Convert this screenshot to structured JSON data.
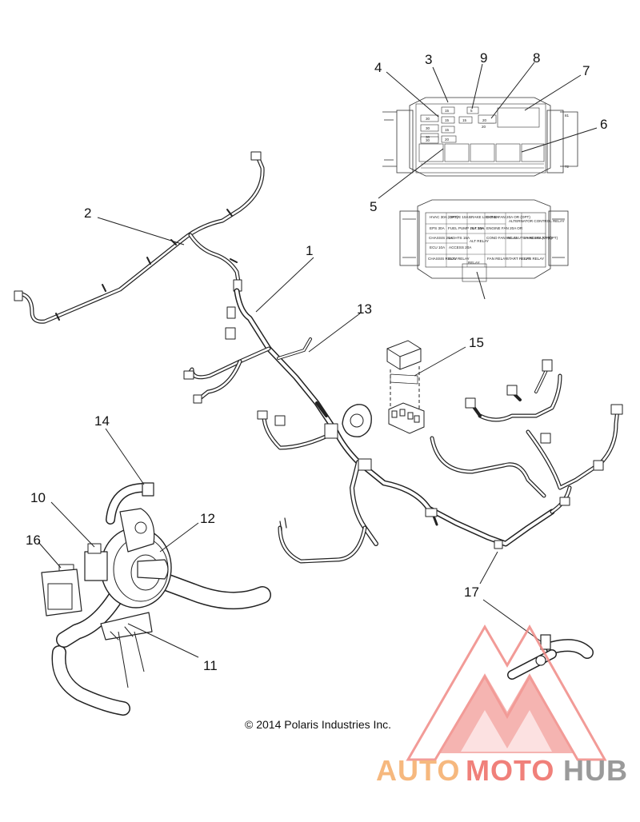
{
  "callouts": [
    {
      "id": "1",
      "text": "1"
    },
    {
      "id": "2",
      "text": "2"
    },
    {
      "id": "3",
      "text": "3"
    },
    {
      "id": "4",
      "text": "4"
    },
    {
      "id": "5",
      "text": "5"
    },
    {
      "id": "6",
      "text": "6"
    },
    {
      "id": "7",
      "text": "7"
    },
    {
      "id": "8",
      "text": "8"
    },
    {
      "id": "9",
      "text": "9"
    },
    {
      "id": "10",
      "text": "10"
    },
    {
      "id": "11",
      "text": "11"
    },
    {
      "id": "12",
      "text": "12"
    },
    {
      "id": "13",
      "text": "13"
    },
    {
      "id": "14",
      "text": "14"
    },
    {
      "id": "15",
      "text": "15"
    },
    {
      "id": "16",
      "text": "16"
    },
    {
      "id": "17",
      "text": "17"
    }
  ],
  "fuse_box_top": {
    "fuse_ratings": [
      "30",
      "30",
      "30",
      "30",
      "20",
      "20",
      "15",
      "15",
      "15",
      "15",
      "20",
      "5"
    ],
    "side_codes": [
      "81",
      "72"
    ]
  },
  "fuse_box_cover": {
    "cells": [
      "HVAC 30A (OPT)",
      "DRIVE 10A",
      "BRAKE LIGHT 5A",
      "COND FAN 20A OR (OPT)",
      "ALTERNATOR CONTROL RELAY",
      "EPS 30A",
      "FUEL PUMP 15A 30A",
      "ALT 15A",
      "ENGINE FAN 20A OR",
      "CHASSIS 20A",
      "LIGHTS 15A",
      "ALT RELAY",
      "COND FAN RELAY",
      "AC CLUTCH RELAY (OPT)",
      "HVAC RELAY (OPT)",
      "ECU 10A",
      "ACCESS 20A",
      "CHASSIS RELAY",
      "ECU RELAY",
      "RELAY",
      "FAN RELAY",
      "START RELAY",
      "EPS RELAY"
    ]
  },
  "copyright": "© 2014 Polaris Industries Inc.",
  "watermark": {
    "part1": "AUTO",
    "part2": "MOTO",
    "part3": "HUB",
    "color_part1": "#f6b87e",
    "color_part2": "#f0807a",
    "color_part3": "#9a9a9a",
    "logo_color": "#f08a86"
  }
}
